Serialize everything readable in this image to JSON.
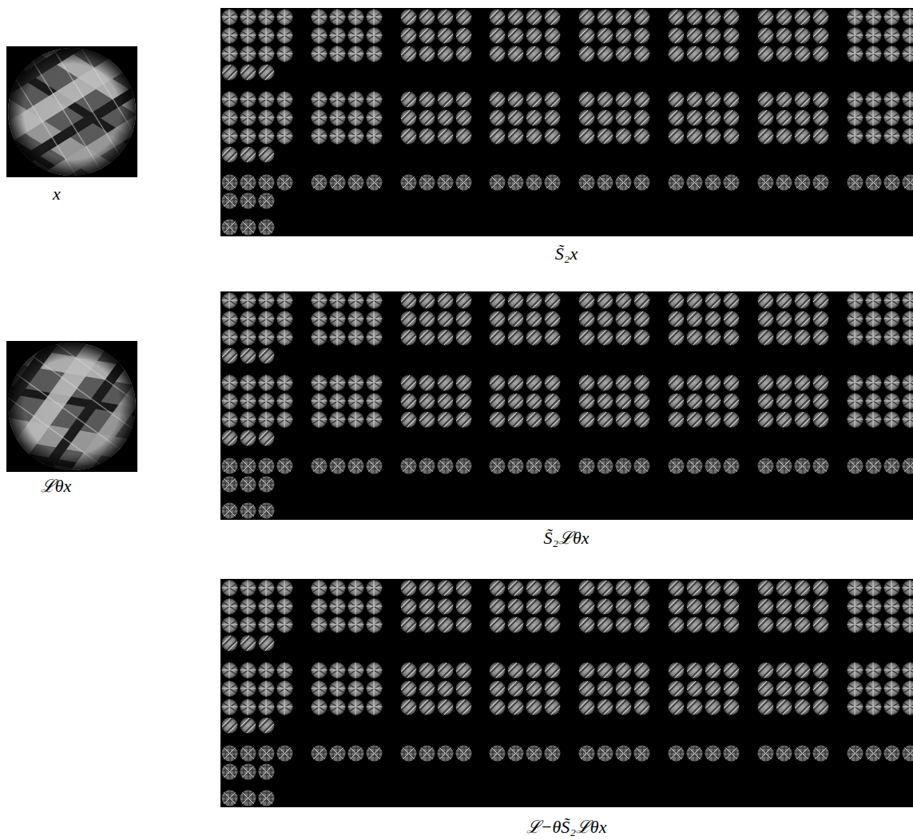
{
  "diagram": {
    "labels": [
      "x",
      "S̃₂x",
      "ℒθx",
      "S̃₂ℒθx",
      "ℒ−θS̃₂ℒθx"
    ]
  }
}
